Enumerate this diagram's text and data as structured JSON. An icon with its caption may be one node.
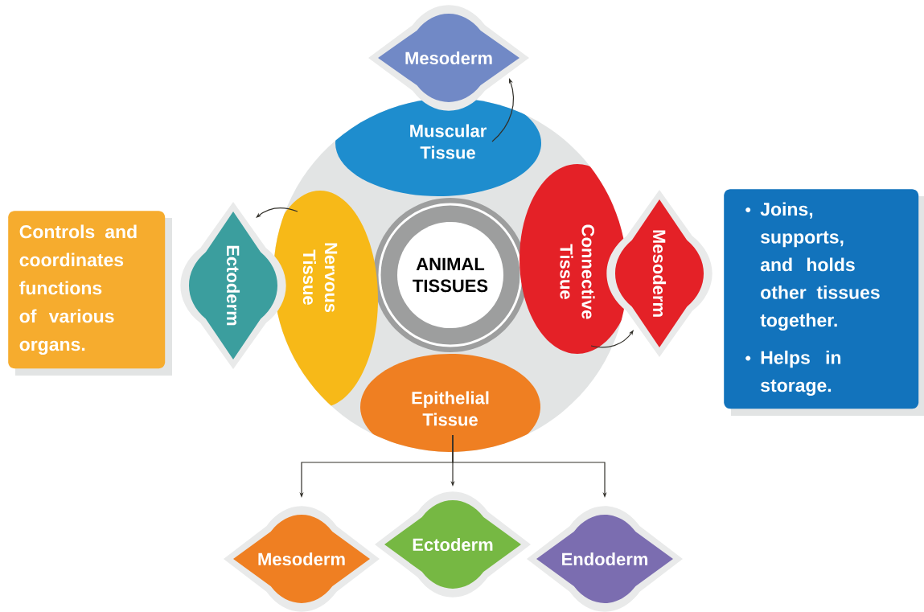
{
  "diagram": {
    "nodes": [
      {
        "text": [
          "ANIMAL TISSUES"
        ]
      },
      {
        "text": [
          "Muscular Tissue"
        ]
      },
      {
        "text": [
          "Nervous Tissue"
        ]
      },
      {
        "text": [
          "Connective Tissue"
        ]
      },
      {
        "text": [
          "Epithelial Tissue"
        ]
      },
      {
        "text": [
          "Mesoderm"
        ]
      },
      {
        "text": [
          "Ectoderm"
        ]
      },
      {
        "text": [
          "Mesoderm"
        ]
      },
      {
        "text": [
          "Mesoderm"
        ]
      },
      {
        "text": [
          "Ectoderm"
        ]
      },
      {
        "text": [
          "Endoderm"
        ]
      },
      {
        "text": [
          "Controls and coordinates functions of various organs."
        ]
      },
      {
        "text": [
          "Joins, supports, and holds other tissues together.",
          "Helps in storage."
        ]
      }
    ],
    "edges": [
      {
        "from": 1,
        "to": 5,
        "arrow": "to"
      },
      {
        "from": 2,
        "to": 6,
        "arrow": "to"
      },
      {
        "from": 3,
        "to": 7,
        "arrow": "to"
      },
      {
        "from": 4,
        "to": 8,
        "arrow": "to"
      },
      {
        "from": 4,
        "to": 9,
        "arrow": "to"
      },
      {
        "from": 4,
        "to": 10,
        "arrow": "to"
      }
    ]
  }
}
